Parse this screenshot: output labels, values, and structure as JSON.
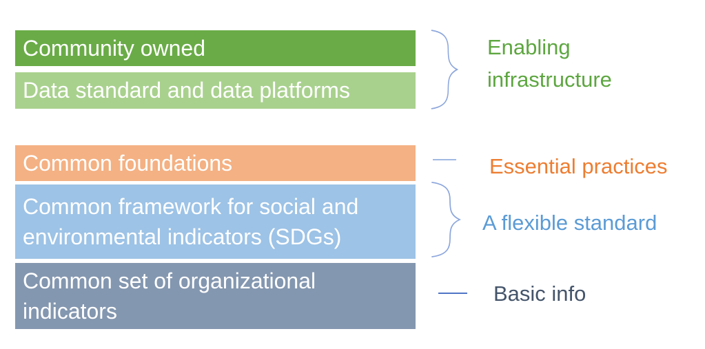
{
  "bars": [
    {
      "label": "Community owned",
      "color": "#6aab47",
      "text_color": "#ffffff"
    },
    {
      "label": "Data standard and data platforms",
      "color": "#a9d18e",
      "text_color": "#ffffff"
    },
    {
      "label": "Common foundations",
      "color": "#f4b183",
      "text_color": "#ffffff"
    },
    {
      "label": "Common framework for social and environmental indicators (SDGs)",
      "color": "#9dc3e6",
      "text_color": "#ffffff"
    },
    {
      "label": "Common set of organizational indicators",
      "color": "#8497b0",
      "text_color": "#ffffff"
    }
  ],
  "annotations": [
    {
      "label": "Enabling infrastructure",
      "color": "#5da640",
      "connector": "brace",
      "connector_color": "#8ca6dc"
    },
    {
      "label": "Essential practices",
      "color": "#ed7d31",
      "connector": "dash",
      "connector_color": "#9fb9e3"
    },
    {
      "label": "A flexible standard",
      "color": "#5b9bd5",
      "connector": "brace",
      "connector_color": "#8ca6dc"
    },
    {
      "label": "Basic info",
      "color": "#44546a",
      "connector": "dash",
      "connector_color": "#4f74c6"
    }
  ]
}
